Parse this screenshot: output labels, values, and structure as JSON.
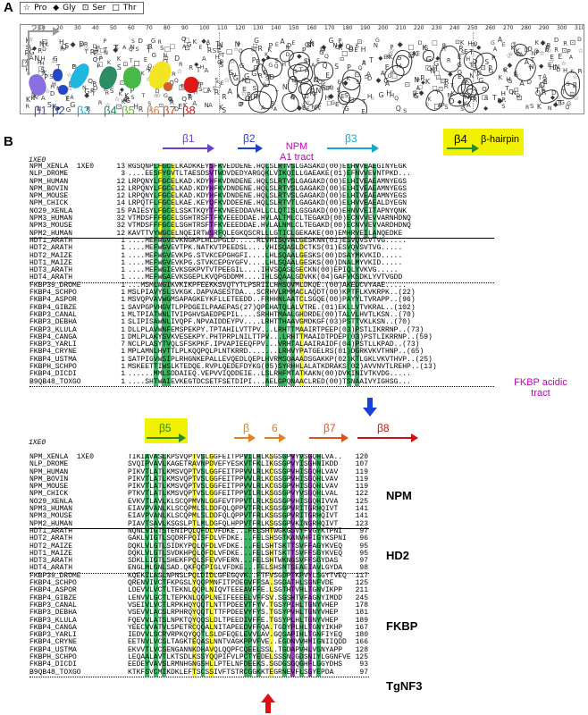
{
  "panel_a": {
    "letter": "A",
    "legend": [
      {
        "symbol": "☆",
        "label": "Pro"
      },
      {
        "symbol": "◆",
        "label": "Gly"
      },
      {
        "symbol": "⊡",
        "label": "Ser"
      },
      {
        "symbol": "□",
        "label": "Thr"
      }
    ],
    "axis_2d": "2D",
    "axis_1d": "1D",
    "strand_labels": [
      {
        "text": "β1",
        "color": "#5b3fbf"
      },
      {
        "text": "β2",
        "color": "#1f3fbf"
      },
      {
        "text": "β3",
        "color": "#13a7cf"
      },
      {
        "text": "β4",
        "color": "#2a8a5a"
      },
      {
        "text": "β5",
        "color": "#55b82a"
      },
      {
        "text": "β6",
        "color": "#e08040"
      },
      {
        "text": "β7",
        "color": "#d04020"
      },
      {
        "text": "β8",
        "color": "#d01010"
      }
    ],
    "ticks": [
      "10",
      "20",
      "30",
      "40",
      "50",
      "60",
      "70",
      "80",
      "90",
      "100",
      "110",
      "120",
      "130",
      "140",
      "150",
      "160",
      "170",
      "180",
      "190",
      "200",
      "210",
      "220",
      "230",
      "240",
      "250",
      "260",
      "270",
      "280",
      "290",
      "300",
      "310"
    ]
  },
  "panel_b": {
    "letter": "B",
    "ref_id_top": "1XE0",
    "ref_id_bottom": "1XE0",
    "top_ss": [
      {
        "text": "β1",
        "color": "#6a3fd0"
      },
      {
        "text": "β2",
        "color": "#1f3fd0"
      },
      {
        "text": "β3",
        "color": "#13a7cf"
      },
      {
        "text": "β4",
        "color": "#000000"
      }
    ],
    "hairpin_label": "β-hairpin",
    "npm_tract": "NPM\nA1 tract",
    "fkbp_tract": "FKBP acidic\ntract",
    "bottom_ss": [
      {
        "text": "β5",
        "color": "#2a8a2a"
      },
      {
        "text": "β",
        "color": "#e08020"
      },
      {
        "text": "6",
        "color": "#e08020"
      },
      {
        "text": "β7",
        "color": "#e05020"
      },
      {
        "text": "β8",
        "color": "#d01010"
      }
    ],
    "families": [
      "NPM",
      "HD2",
      "FKBP",
      "TgNF3"
    ],
    "top_rows": [
      {
        "name": "NPM_XENLA",
        "tag": "1XE0",
        "num": "13",
        "seq": "RGSQNPLFGCELKADKKEYSFKVEDDENE.HQLSLRTVSLGASAKD(00)ELHVVEAEGINYEGK"
      },
      {
        "name": "NLP_DROME",
        "tag": "",
        "num": "3",
        "seq": "....EESFYGVTLTAESDSVTWDVDEDYARGQKLVIKQILLGAEAKE(01)EFNVVEVNTPKD..."
      },
      {
        "name": "NPM_HUMAN",
        "tag": "",
        "num": "12",
        "seq": "LRPQNYLFGCELKAD.KDYHFKVDNDENE.HQLSLRTVSLGAGAKD(00)ELHIVEAEAMNYEGS"
      },
      {
        "name": "NPM_BOVIN",
        "tag": "",
        "num": "12",
        "seq": "LRPQNYLFGCELKAD.KDYHFKVDNDENE.HQLSLRTVSLGAGAKD(00)ELHIVEAEAMNYEGS"
      },
      {
        "name": "NPM_MOUSE",
        "tag": "",
        "num": "12",
        "seq": "LRPQNYLFGCELKAD.KDYHFKVDNDENE.HQLSLRTVSLGAGAKD(00)ELHIVEAEAMNYEGS"
      },
      {
        "name": "NPM_CHICK",
        "tag": "",
        "num": "14",
        "seq": "LRPQTFLFGCELKAE.KEYQFKVDDEENE.HQLSLRTVTLGAGAKD(00)ELHVVEAEALDYEGN"
      },
      {
        "name": "NO29_XENLA",
        "tag": "",
        "num": "15",
        "seq": "PAIESYLFGCELSSKTKQYTFKVNEEDDAVHLLCLQTISLGSGAKD(00)EHNVVEITAPNYQNK"
      },
      {
        "name": "NPM3_HUMAN",
        "tag": "",
        "num": "32",
        "seq": "VTMDSFFFGCELSGHTRSFTFKVEEEDDAE.HVLALTMLCLTEGAKD(00)ECNVVEVVARNHDNQ"
      },
      {
        "name": "NPM3_MOUSE",
        "tag": "",
        "num": "32",
        "seq": "VTMDSFFFGCELSGHTRSFTFKVEEEDDAE.HVLALNMLCLTEGAKD(00)ECNVVEVVARDHDNQ"
      },
      {
        "name": "NPM2_HUMAN",
        "tag": "",
        "num": "12",
        "seq": "KAVTTVYWGCELNQEIRTWSRFQLEGKQSCRLLLGTICLGEKAKE(00)EMHRVEILANQEDKE"
      },
      {
        "name": "HDT1_ARATH",
        "tag": "",
        "num": "1",
        "seq": "....MEFWGVEVKNGKPLHLDPGLD.....RLVHISQVALGESKNN(01)ESVQVSVTVG....."
      },
      {
        "name": "HDT2_ARATH",
        "tag": "",
        "num": "1",
        "seq": "....MEFWGVEVTPK.NATKVTPEEDSL....VHISQASLDCTKS(01)ESVQVSVTVG....."
      },
      {
        "name": "HDT2_MAIZE",
        "tag": "",
        "num": "1",
        "seq": "....MEFWGVEVKPG.STVKCEPGHGFI....LHLSQAALGESKS(00)DSAYMKVKID....."
      },
      {
        "name": "HDT1_MAIZE",
        "tag": "",
        "num": "1",
        "seq": "....MEFWGVEVKPG.STVKCEPGYGFV....LHLSQAALGESKS(00)DNALMYVKID....."
      },
      {
        "name": "HDT3_ARATH",
        "tag": "",
        "num": "1",
        "seq": "....MEFWGIEVKSGKPVTVTPEEGIL....IHVSQASLGECKN(00)EPIQLYVKVG....."
      },
      {
        "name": "HDT4_ARATH",
        "tag": "",
        "num": "1",
        "seq": "....MEFWGAEVKSGEPLKVQPGDDMM....IHLSQAALGDVKK(04)GAFVKSDKLYVTVGDD"
      },
      {
        "name": "FKBP39_DROME",
        "tag": "",
        "num": "1",
        "seq": "...MSMLWGIKVKIKPFEEKKSVQTYTLPSRIILHMSQVMLDKQE.(00)AKEDCVYAAE....."
      },
      {
        "name": "FKBP4_SCHPO",
        "tag": "",
        "num": "1",
        "seq": "MSLPIAVYSLSVKGK.DAPVASESTDA...SCRHVLRMMACLAQDT(00)KPTFLKVKRPK..(22)"
      },
      {
        "name": "FKBP4_ASPOR",
        "tag": "",
        "num": "1",
        "seq": "MSVQPVAVWGMSAPAGKEYKFLLETEEDD..FRHHNLAATCLSGQE(00)PAYYLTVRAPP..(96)"
      },
      {
        "name": "FKBP4_GIBZE",
        "tag": "",
        "num": "1",
        "seq": "SAVPGPVHGVTLPPDGEILPAAEPAS(27)QPEHATQLALVTRE.(01)EKLLVTVKRAL..(102)"
      },
      {
        "name": "FKBP3_CANAL",
        "tag": "",
        "num": "1",
        "seq": "MLTPIATWNLTVIPGHVSAEDPEPIL....SRHHTMAALGHDRDE(00)TALVLHVTLKSN..(70)"
      },
      {
        "name": "FKBP3_DEBHA",
        "tag": "",
        "num": "1",
        "seq": "SLIPISAWNLIVQPF.NPVAIDDEYPV....LRHTTHAAVGMDKGF(03)PSTTVKLKSN..(70)"
      },
      {
        "name": "FKBP3_KLULA",
        "tag": "",
        "num": "1",
        "seq": "DLLPLAVWNFEMSPEKPY.TPTAHILVTTPV...LRHTTMAAIRTPEEP(03)PSTLIKRRNP..(73)"
      },
      {
        "name": "FKBP4_CANGA",
        "tag": "",
        "num": "1",
        "seq": "DMLPLAKYSVKVESEKPY.PHTPRPLNILTTPV...LRHTTMAAIDTPDEP(03)PSTLIKRRNP..(59)"
      },
      {
        "name": "FKBP3_YARLI",
        "tag": "",
        "num": "7",
        "seq": "NCLPLASYTVQLSFSKPKF.IPVAPIEEQFPV...VRHTALAAIRAIDF(04)PSTLLKPAD..(73)"
      },
      {
        "name": "FKBP4_CRYNE",
        "tag": "",
        "num": "1",
        "seq": "MPLAMNLHVTTLPLKQQPQLPLNTKRRD.......LRHVYPATGELRS(01)DGRKVKVTHNP..(65)"
      },
      {
        "name": "FKBP4_USTMA",
        "tag": "",
        "num": "1",
        "seq": "SATPIGVWSIPLRHGNKEPALLEVQEDLQEPLHVRMSQAAADSGAKKP(02)KTLGKLVKVTHVP..(25)"
      },
      {
        "name": "FKBPH_SCHPO",
        "tag": "",
        "num": "1",
        "seq": "MSKEETTIWSLKTEDQE.RVPLQEDEFDYKG(05)SYRHHLALATKDRAKS(02)AVVNVTLREHP..(13)"
      },
      {
        "name": "FKBP4_DICDI",
        "tag": "",
        "num": "1",
        "seq": "......MMLSDDAIEQ.VEPVVIQDDEIE..LSLRHFMTATKAKN(00)DVKINIVTKVDG....."
      },
      {
        "name": "B9QB48_TOXGO",
        "tag": "",
        "num": "1",
        "seq": "....SHTWAIEVKEGTDCSETFSETDIPI...AELGPQNAACLRED(00)TSNAAIVYIGHSG..."
      }
    ],
    "bottom_rows": [
      {
        "name": "NPM_XENLA",
        "tag": "1XE0",
        "seq": "TIKIAVASLKPSVQPTVSLGGFEITPPVILRLKSGSGPVYVSGQHLVA..",
        "end": "120"
      },
      {
        "name": "NLP_DROME",
        "tag": "",
        "seq": "SVQIPVAVLKAGETRAVNPDVEFYESKVTFKLIKGSGPVYISGHNIKDD",
        "end": "107"
      },
      {
        "name": "NPM_HUMAN",
        "tag": "",
        "seq": "PIKVTLATLKMSVQPTVSLGGFEITPPVVLRLKCGSGPVHISGQHLVAV",
        "end": "119"
      },
      {
        "name": "NPM_BOVIN",
        "tag": "",
        "seq": "PIKVTLATLKMSVQPTVSLGGFEITPPVVLRLKCGSGPVHISGQHLVAV",
        "end": "119"
      },
      {
        "name": "NPM_MOUSE",
        "tag": "",
        "seq": "PIKVTLATLKMSVQPTVSLGGFEITPPVVLRLKCGSGPVHISGQHLVAV",
        "end": "119"
      },
      {
        "name": "NPM_CHICK",
        "tag": "",
        "seq": "PTKVTLATLKMSVQPTVSLGGFEITPPVILRLKSGSGPVYVSGQHLVAL",
        "end": "122"
      },
      {
        "name": "NO29_XENLA",
        "tag": "",
        "seq": "EVKVTLAVLKLSCQPMVNLGGFEVTPPVTLRLKSGSGPVHISGQHIVVA",
        "end": "125"
      },
      {
        "name": "NPM3_HUMAN",
        "tag": "",
        "seq": "EIAVPVANLKLSCQPMLSLDDFQLQPPVTFRLKSGSGPVRITGRHQIVT",
        "end": "141"
      },
      {
        "name": "NPM3_MOUSE",
        "tag": "",
        "seq": "EIAVPVANLKLSCQPMLSLDDFQLQPPVTFRLKSGSGPVRITGRHQIVT",
        "end": "141"
      },
      {
        "name": "NPM2_HUMAN",
        "tag": "",
        "seq": "PIAVTSAVLKSGSLPTLMLDGFQLHPPVTFRLKSGSGPVKINGRHQIVT",
        "end": "123"
      },
      {
        "name": "HDT1_ARATH",
        "tag": "",
        "seq": "NQNLVIGTSTENIPQLQFDLVFDKE...FELSHTWGKGSVYFVGYKTPNI",
        "end": "97"
      },
      {
        "name": "HDT2_ARATH",
        "tag": "",
        "seq": "GAKLVIGTLSQDRFPQISFDLVFDKE...FELSHSGTKANVHFIGYKSPNI",
        "end": "96"
      },
      {
        "name": "HDT2_MAIZE",
        "tag": "",
        "seq": "DQKLVLGTLSIDKYPQLQFDLVFDKE...FELSHTSKTTSVFFAGYKVEQ",
        "end": "95"
      },
      {
        "name": "HDT1_MAIZE",
        "tag": "",
        "seq": "DQKLVLGTLSVDKHPQLQFDLVFDKE...FELSHTSKTTSVFFSGYKVEQ",
        "end": "95"
      },
      {
        "name": "HDT3_ARATH",
        "tag": "",
        "seq": "SDKLLIGTLSHEKFPQLSFEVVFERN...FELSHTWKNGSVFFSGYDAS",
        "end": "97"
      },
      {
        "name": "HDT4_ARATH",
        "tag": "",
        "seq": "ENGLMLGNLSAD.QKFQCPIGLVFDKE...FELSHSNTSEAEIAVLGYDA",
        "end": "98"
      },
      {
        "name": "FKBP39_DROME",
        "tag": "",
        "seq": "KQEKILASLNPNSLPQLDIDLGFEGQVK..FTFVSGDPTKPVYLSGYTVEQ",
        "end": "117"
      },
      {
        "name": "FKBP4_SCHPO",
        "tag": "",
        "seq": "QRENVIVCTFKPGSLYQQPMNFITPDEGVFFSA.SGDATHLSGNFVDE",
        "end": "125"
      },
      {
        "name": "FKBP4_ASPOR",
        "tag": "",
        "seq": "LDEVVLVCTLTEKNLQQPLNIQVTEEEAVFFE.LSGTHTVHLTGNVIKPP",
        "end": "211"
      },
      {
        "name": "FKBP4_GIBZE",
        "tag": "",
        "seq": "LENVVLGCTLTEPKNLQQPLNEIFEEEELVFFSV.SGSHTVFAGNYIMDD",
        "end": "245"
      },
      {
        "name": "FKBP3_CANAL",
        "tag": "",
        "seq": "VSEIVLVCTLRPKHQYQQTLNTTPDEEVTFYV.TGSYPIHLTGNYVHEP",
        "end": "178"
      },
      {
        "name": "FKBP3_DEBHA",
        "tag": "",
        "seq": "VSEVVLACSLRPHRQYQQTLTTFPDEEVYFYS.TGSYPVHLTGNYVHEP",
        "end": "181"
      },
      {
        "name": "FKBP3_KLULA",
        "tag": "",
        "seq": "FQEVVLATSLNPKTQYQQSLDLTPEEDIVFFE.TGSYPLHLTGNYVHEP",
        "end": "189"
      },
      {
        "name": "FKBP4_CANGA",
        "tag": "",
        "seq": "YEECVVATVLSPETRCQQALNITAPEEDVFFQA.TGDYPLHLTGNYIKHP",
        "end": "167"
      },
      {
        "name": "FKBP3_YARLI",
        "tag": "",
        "seq": "IEDVVLSCRVRPKQYQQTLSLDFEQELEVVLAV.GQSAPIHLTGNFIYEQ",
        "end": "180"
      },
      {
        "name": "FKBP4_CRYNE",
        "tag": "",
        "seq": "EETNVLVCSLTAGKTEQASLNNTVAGKPPVFVE..EGDNVVHMIGNIIQDD",
        "end": "166"
      },
      {
        "name": "FKBP4_USTMA",
        "tag": "",
        "seq": "EKVVTLVCSENGANNKDHAVQLQQPFCQEELSSL.TGDAPVHLVGNYAPP",
        "end": "128"
      },
      {
        "name": "FKBPH_SCHPO",
        "tag": "",
        "seq": "LEQAALAVTLKTSDLKSSYQQPIFVLPCTYEDELSSSN.GDSNIYLGGNFVEP",
        "end": "125"
      },
      {
        "name": "FKBP4_DICDI",
        "tag": "",
        "seq": "EEDEYVAVSLRMNHGNGSHLLPTELNFDEEKS.SGDGSGQGHFLGGYDHS",
        "end": "93"
      },
      {
        "name": "B9QB48_TOXGO",
        "tag": "",
        "seq": "KTKFSVCMIKDKLEFTSCSSIVFTSTRCGGKKTEGRNEVFLSGYEPDA",
        "end": "97"
      }
    ]
  },
  "colors": {
    "green": "#1aa84a",
    "purple": "#8a1ab0",
    "yellow": "#f2f200",
    "blue_arrow": "#1a3fd8",
    "red_arrow": "#e01010",
    "magenta": "#c000c0",
    "hairpin_yellow": "#f2f200"
  }
}
